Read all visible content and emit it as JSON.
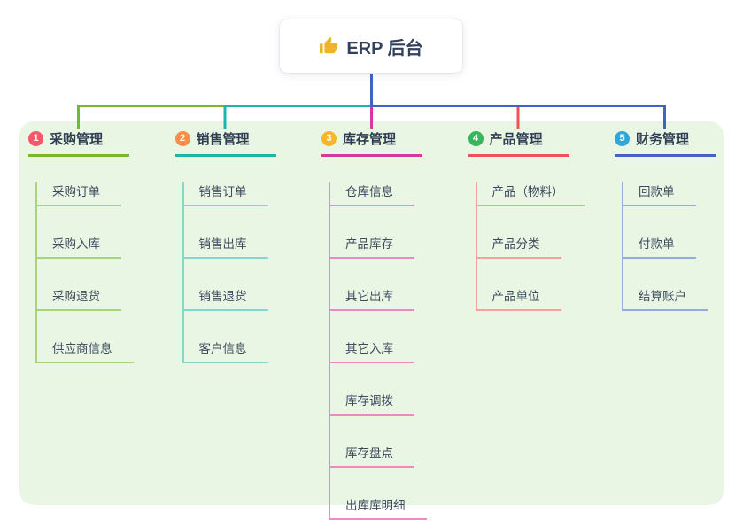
{
  "root": {
    "label": "ERP 后台",
    "icon": "thumbs-up-icon",
    "icon_color": "#f0b429"
  },
  "branches": [
    {
      "index": "1",
      "label": "采购管理",
      "badge_color": "#f4586b",
      "line_color": "#76b82f",
      "light_line_color": "#a9d57a",
      "children": [
        "采购订单",
        "采购入库",
        "采购退货",
        "供应商信息"
      ]
    },
    {
      "index": "2",
      "label": "销售管理",
      "badge_color": "#f98e46",
      "line_color": "#1cb5ae",
      "light_line_color": "#84d6cf",
      "children": [
        "销售订单",
        "销售出库",
        "销售退货",
        "客户信息"
      ]
    },
    {
      "index": "3",
      "label": "库存管理",
      "badge_color": "#f8b62c",
      "line_color": "#d6399e",
      "light_line_color": "#ec8ac6",
      "children": [
        "仓库信息",
        "产品库存",
        "其它出库",
        "其它入库",
        "库存调拨",
        "库存盘点",
        "出库库明细"
      ]
    },
    {
      "index": "4",
      "label": "产品管理",
      "badge_color": "#33b95c",
      "line_color": "#f05352",
      "light_line_color": "#f7a19f",
      "children": [
        "产品（物料）",
        "产品分类",
        "产品单位"
      ]
    },
    {
      "index": "5",
      "label": "财务管理",
      "badge_color": "#2fa8d8",
      "line_color": "#4262c5",
      "light_line_color": "#94aae0",
      "children": [
        "回款单",
        "付款单",
        "结算账户"
      ]
    }
  ],
  "colors": {
    "panel_background": "#e9f6e4",
    "root_connector": "#4262c5",
    "text": "#2f3d52"
  }
}
